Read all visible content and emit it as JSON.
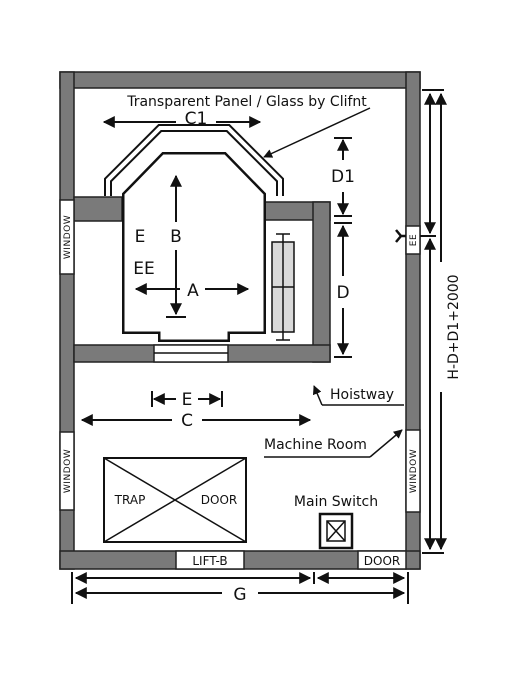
{
  "labels": {
    "transparent_panel": "Transparent Panel / Glass by Clifnt",
    "c1": "C1",
    "d1": "D1",
    "b": "B",
    "e": "E",
    "ee": "EE",
    "a": "A",
    "d": "D",
    "e_lower": "E",
    "c": "C",
    "hoistway": "Hoistway",
    "machine_room": "Machine Room",
    "main_switch": "Main Switch",
    "trap": "TRAP",
    "door_trap": "DOOR",
    "window_left_top": "WINDOW",
    "window_left_bottom": "WINDOW",
    "window_right": "WINDOW",
    "ee_right": "EE",
    "lift_b": "LIFT-B",
    "door_bottom": "DOOR",
    "g": "G",
    "height_formula": "H-D+D1+2000"
  },
  "colors": {
    "wall": "#7a7a7a",
    "line": "#111111",
    "window_fill": "#ffffff",
    "counterweight": "#d9d9d9"
  }
}
